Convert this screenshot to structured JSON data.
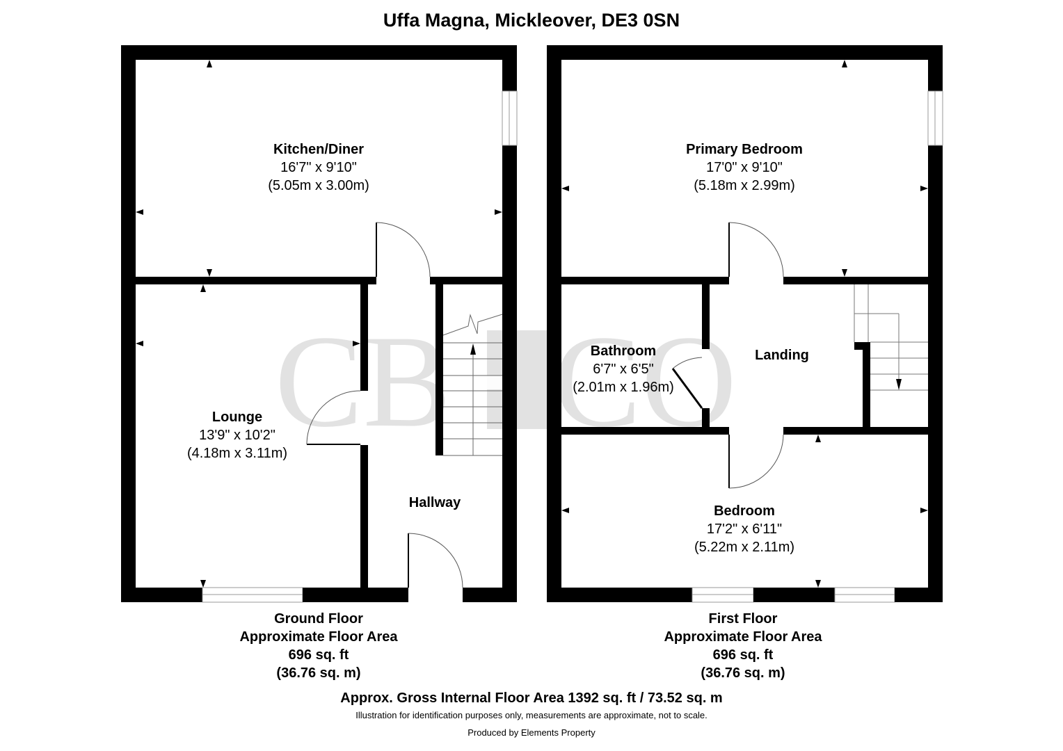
{
  "header": {
    "title": "Uffa Magna, Mickleover, DE3 0SN"
  },
  "watermark": {
    "text_left": "CB",
    "text_right": "CO",
    "color": "#e2e2e2"
  },
  "ground_floor": {
    "rooms": [
      {
        "name": "Kitchen/Diner",
        "imperial": "16'7\" x 9'10\"",
        "metric": "(5.05m x 3.00m)"
      },
      {
        "name": "Lounge",
        "imperial": "13'9\" x 10'2\"",
        "metric": "(4.18m x 3.11m)"
      },
      {
        "name": "Hallway"
      }
    ],
    "caption": {
      "floor": "Ground Floor",
      "label": "Approximate Floor Area",
      "sqft": "696 sq. ft",
      "sqm": "(36.76 sq. m)"
    }
  },
  "first_floor": {
    "rooms": [
      {
        "name": "Primary Bedroom",
        "imperial": "17'0\" x 9'10\"",
        "metric": "(5.18m x 2.99m)"
      },
      {
        "name": "Bathroom",
        "imperial": "6'7\" x 6'5\"",
        "metric": "(2.01m x 1.96m)"
      },
      {
        "name": "Landing"
      },
      {
        "name": "Bedroom",
        "imperial": "17'2\" x 6'11\"",
        "metric": "(5.22m x 2.11m)"
      }
    ],
    "caption": {
      "floor": "First Floor",
      "label": "Approximate Floor Area",
      "sqft": "696 sq. ft",
      "sqm": "(36.76 sq. m)"
    }
  },
  "footer": {
    "gross_area": "Approx. Gross Internal Floor Area 1392 sq. ft / 73.52 sq. m",
    "disclaimer": "Illustration for identification purposes only, measurements are approximate, not to scale.",
    "producer": "Produced by Elements Property"
  },
  "colors": {
    "wall": "#000000",
    "background": "#ffffff",
    "window_line": "#999999",
    "door_line": "#555555"
  }
}
